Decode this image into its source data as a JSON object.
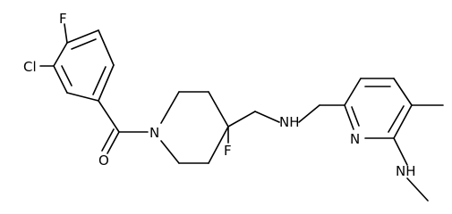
{
  "structure": {
    "atom_labels": {
      "fluoro_aryl": "F",
      "chloro": "Cl",
      "carbonyl_oxygen": "O",
      "piperidine_nitrogen": "N",
      "fluoro_piperidine": "F",
      "amine_nh": "NH",
      "pyridine_nitrogen": "N",
      "methylamino_nh": "NH"
    }
  }
}
